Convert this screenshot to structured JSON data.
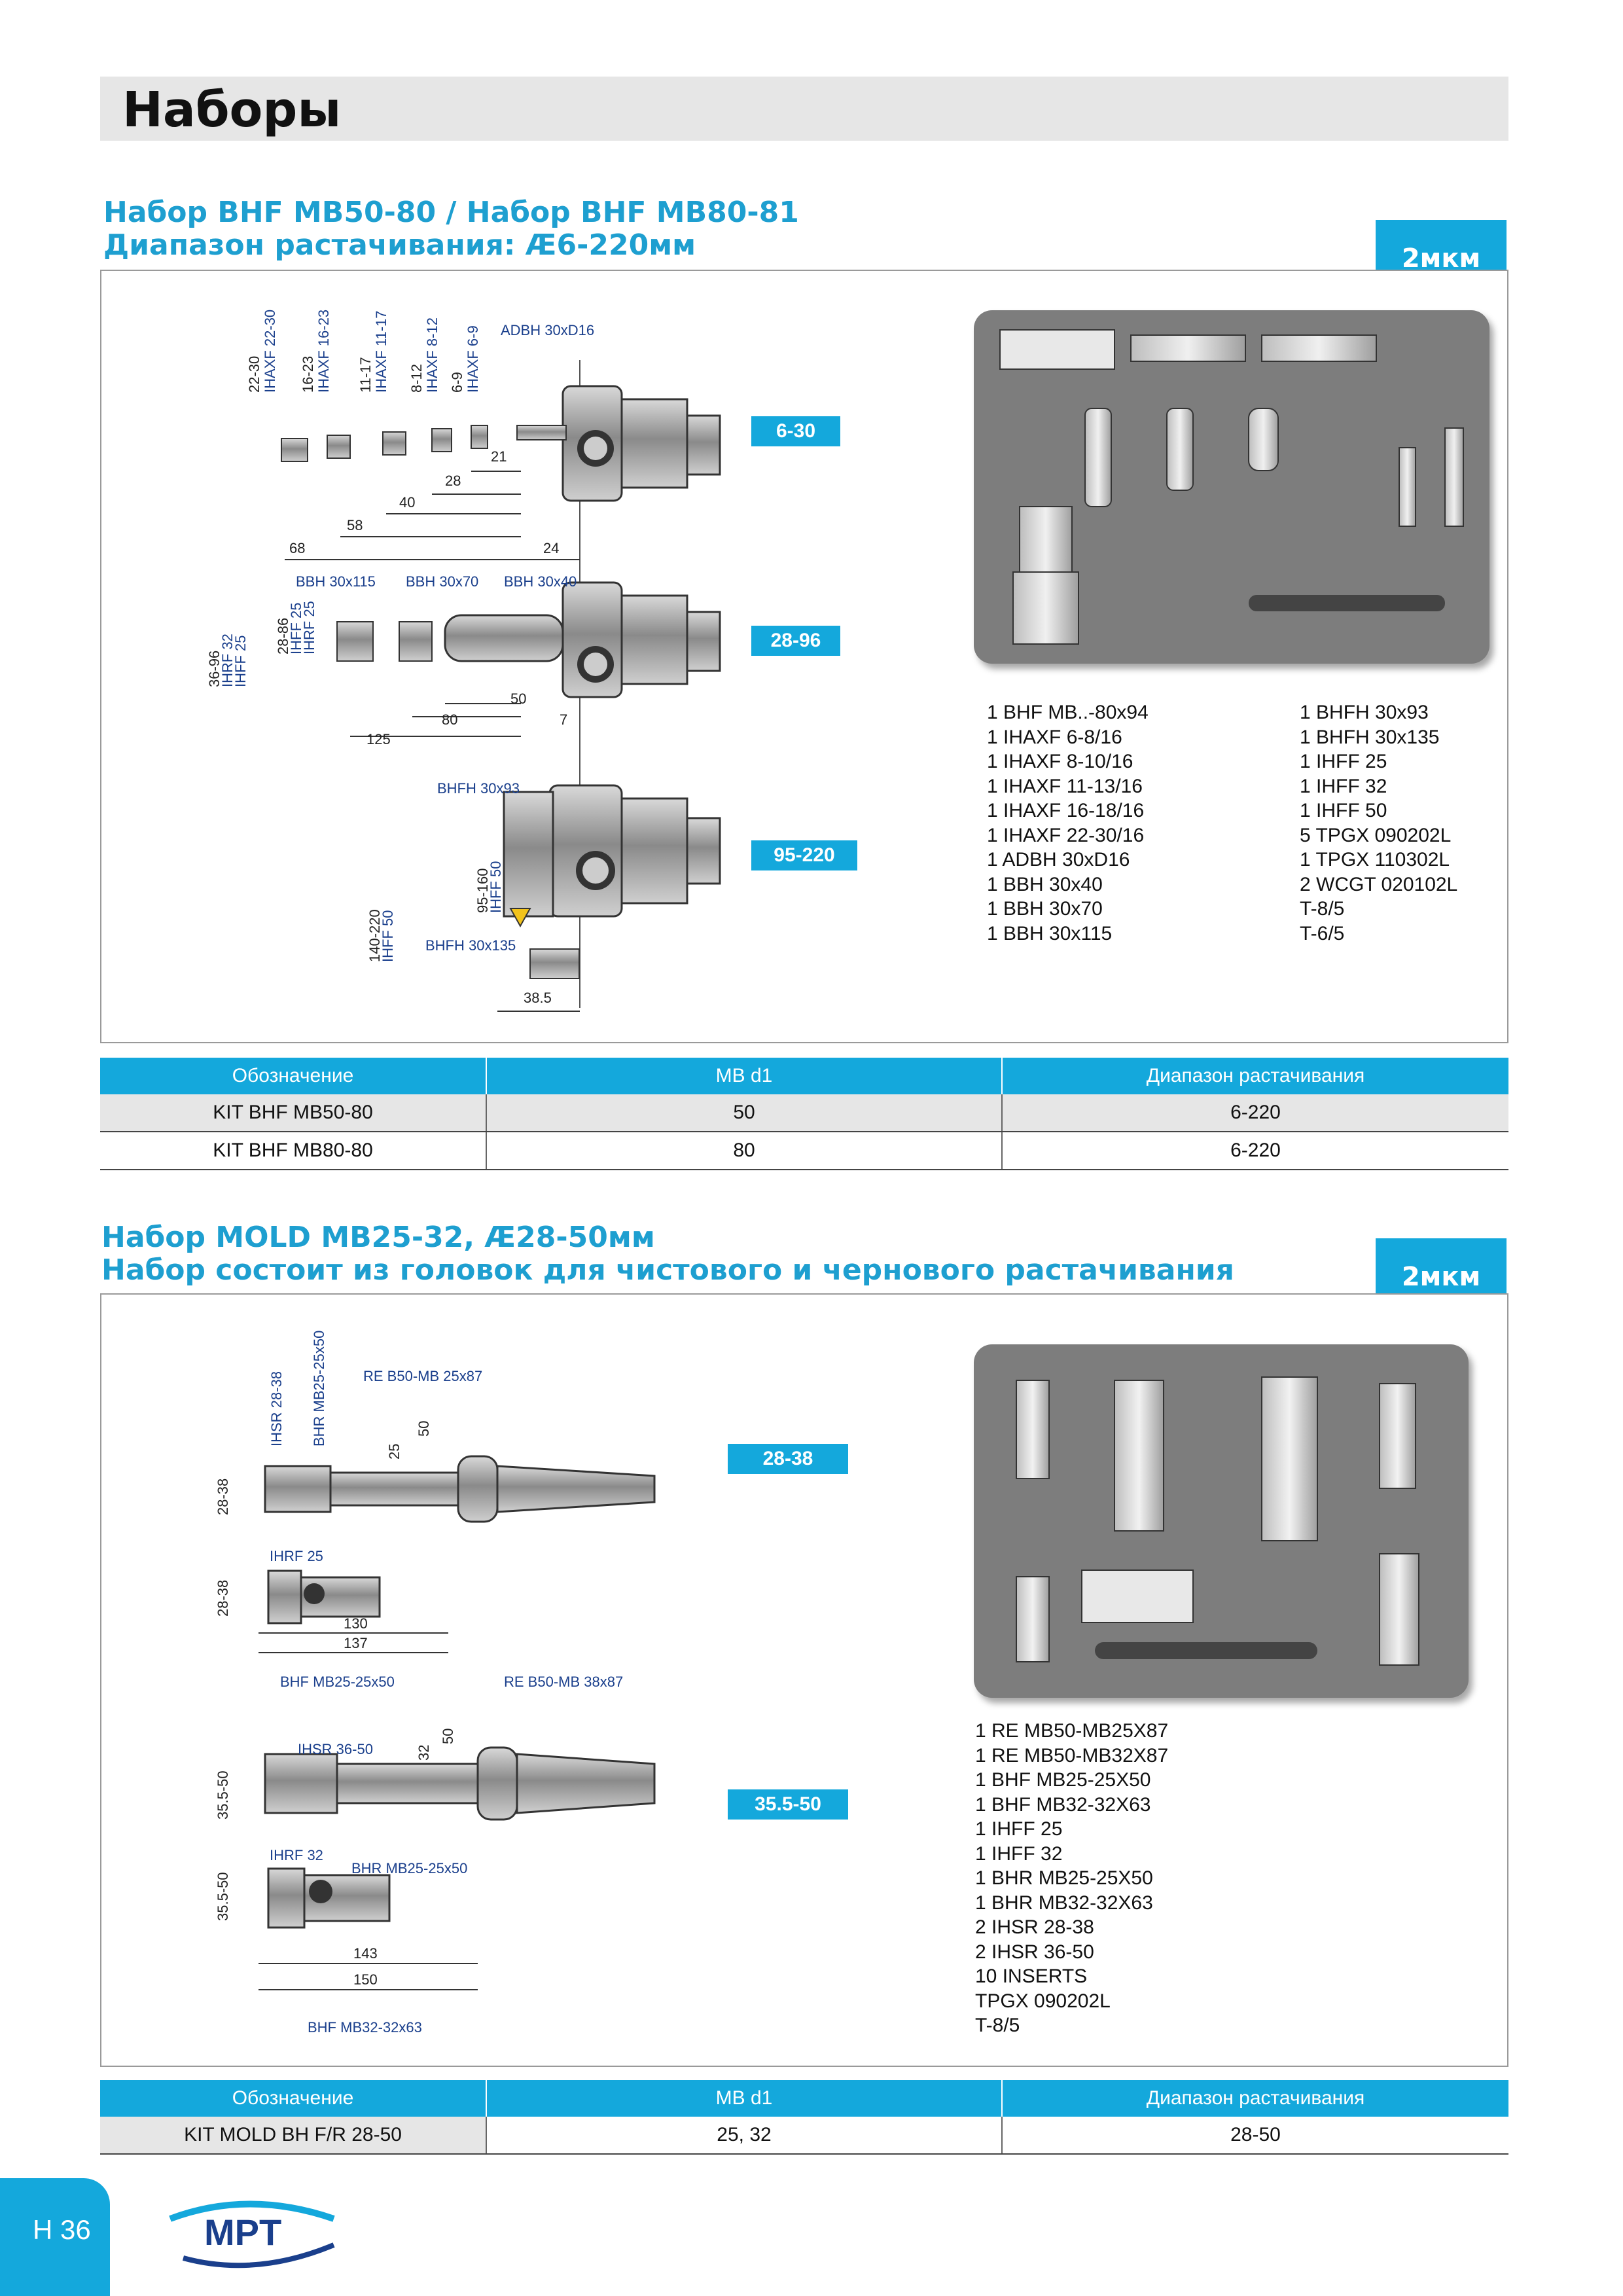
{
  "page_title": "Наборы",
  "page_number": "H 36",
  "logo_text": "MPT",
  "section1": {
    "title_line1": "Набор BHF MB50-80 / Набор BHF MB80-81",
    "title_line2": "Диапазон растачивания: Æ6-220мм",
    "badge": "2мкм",
    "ranges": [
      "6-30",
      "28-96",
      "95-220"
    ],
    "diagram_labels": {
      "adbh": "ADBH 30xD16",
      "bbh115": "BBH 30x115",
      "bbh70": "BBH 30x70",
      "bbh40": "BBH 30x40",
      "bhfh93": "BHFH 30x93",
      "bhfh135": "BHFH 30x135",
      "ihaxf": [
        "IHAXF 22-30",
        "IHAXF 16-23",
        "IHAXF 11-17",
        "IHAXF 8-12",
        "IHAXF 6-9"
      ],
      "ihaxf_ranges": [
        "22-30",
        "16-23",
        "11-17",
        "8-12",
        "6-9"
      ],
      "ihrf32": "IHRF 32",
      "ihff25": "IHFF 25",
      "ihrf25": "IHRF 25",
      "ihff50": "IHFF 50",
      "r3696": "36-96",
      "r2886": "28-86",
      "r95160": "95-160",
      "r140220": "140-220",
      "dims": [
        "21",
        "28",
        "40",
        "58",
        "68",
        "24",
        "50",
        "80",
        "125",
        "7",
        "38.5"
      ]
    },
    "contents_col1": [
      "1 BHF MB..-80x94",
      "1 IHAXF 6-8/16",
      "1 IHAXF 8-10/16",
      "1 IHAXF 11-13/16",
      "1 IHAXF 16-18/16",
      "1 IHAXF 22-30/16",
      "1 ADBH 30xD16",
      "1 BBH 30x40",
      "1 BBH 30x70",
      "1 BBH 30x115"
    ],
    "contents_col2": [
      "1 BHFH 30x93",
      "1 BHFH 30x135",
      "1 IHFF 25",
      "1 IHFF 32",
      "1 IHFF 50",
      "5 TPGX 090202L",
      "1 TPGX 110302L",
      "2 WCGT 020102L",
      "T-8/5",
      "T-6/5"
    ],
    "table": {
      "headers": [
        "Обозначение",
        "MB d1",
        "Диапазон растачивания"
      ],
      "rows": [
        [
          "KIT BHF MB50-80",
          "50",
          "6-220"
        ],
        [
          "KIT BHF MB80-80",
          "80",
          "6-220"
        ]
      ]
    }
  },
  "section2": {
    "title_line1": "Набор MOLD MB25-32, Æ28-50мм",
    "title_line2": "Набор состоит из головок для чистового и чернового растачивания",
    "badge": "2мкм",
    "ranges": [
      "28-38",
      "35.5-50"
    ],
    "diagram_labels": {
      "ihsr2838": "IHSR 28-38",
      "bhr2550_a": "BHR MB25-25x50",
      "re2587": "RE B50-MB 25x87",
      "ihrf25": "IHRF 25",
      "bhf2550": "BHF MB25-25x50",
      "re3887": "RE B50-MB 38x87",
      "ihsr3650": "IHSR 36-50",
      "ihrf32": "IHRF 32",
      "bhr2550_b": "BHR MB25-25x50",
      "bhf3263": "BHF MB32-32x63",
      "r2838": "28-38",
      "r3550": "35.5-50",
      "dims": [
        "50",
        "25",
        "130",
        "137",
        "32",
        "50",
        "143",
        "150"
      ]
    },
    "contents": [
      "1 RE MB50-MB25X87",
      "1 RE MB50-MB32X87",
      "1 BHF MB25-25X50",
      "1 BHF MB32-32X63",
      "1 IHFF 25",
      "1 IHFF 32",
      "1 BHR MB25-25X50",
      "1 BHR MB32-32X63",
      "2 IHSR 28-38",
      "2 IHSR 36-50",
      "10 INSERTS",
      "TPGX 090202L",
      "T-8/5"
    ],
    "table": {
      "headers": [
        "Обозначение",
        "MB d1",
        "Диапазон растачивания"
      ],
      "rows": [
        [
          "KIT MOLD  BH F/R 28-50",
          "25, 32",
          "28-50"
        ]
      ]
    }
  },
  "colors": {
    "accent": "#14a8dc",
    "title_blue": "#1e9fd0",
    "title_bar": "#e6e6e6",
    "photo_bg": "#7d7d7d"
  }
}
